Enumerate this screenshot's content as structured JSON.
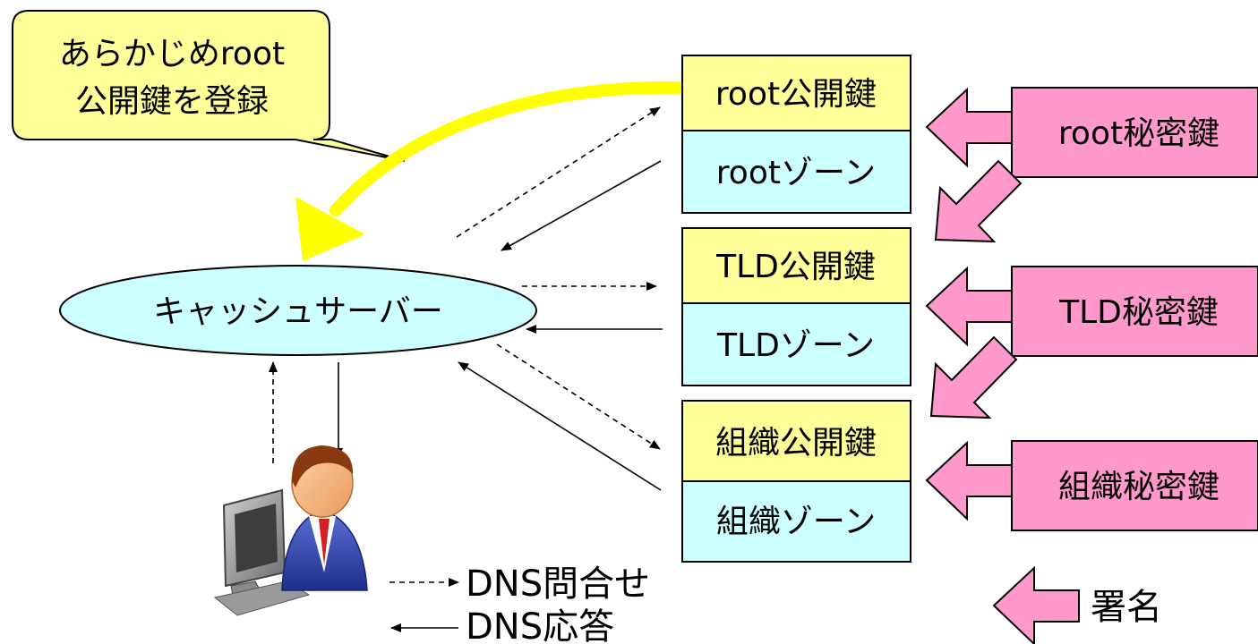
{
  "callout": {
    "line1": "あらかじめroot",
    "line2": "公開鍵を登録"
  },
  "cache_server": {
    "label": "キャッシュサーバー"
  },
  "zones": [
    {
      "key": "root",
      "public_key": "root公開鍵",
      "zone": "rootゾーン"
    },
    {
      "key": "tld",
      "public_key": "TLD公開鍵",
      "zone": "TLDゾーン"
    },
    {
      "key": "org",
      "public_key": "組織公開鍵",
      "zone": "組織ゾーン"
    }
  ],
  "private_keys": [
    {
      "key": "root",
      "label": "root秘密鍵"
    },
    {
      "key": "tld",
      "label": "TLD秘密鍵"
    },
    {
      "key": "org",
      "label": "組織秘密鍵"
    }
  ],
  "legend": {
    "query": "DNS問合せ",
    "response": "DNS応答",
    "signature": "署名"
  },
  "colors": {
    "public_key_fill": "#ffff99",
    "zone_fill": "#ccffff",
    "private_key_fill": "#ff99cc",
    "sign_arrow_fill": "#ff99cc",
    "callout_fill": "#ffff99",
    "server_fill": "#ccffff",
    "register_arrow": "#ffff00"
  },
  "icons": {
    "user": "user-at-computer-icon"
  }
}
